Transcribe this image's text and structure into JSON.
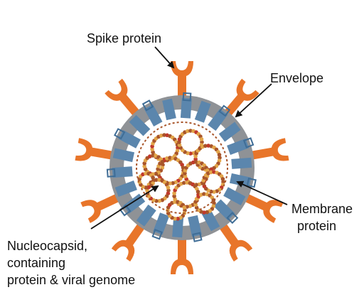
{
  "labels": {
    "spike": "Spike protein",
    "envelope": "Envelope",
    "membrane_line1": "Membrane",
    "membrane_line2": "protein",
    "nucleo_line1": "Nucleocapsid,",
    "nucleo_line2": "containing",
    "nucleo_line3": "protein & viral genome"
  },
  "colors": {
    "spike": "#e8752a",
    "envelope": "#8f9296",
    "membrane": "#5b86ad",
    "membrane_dark": "#3f6d96",
    "genome_light": "#e3a64a",
    "genome_dark": "#a8552a",
    "genome_accent": "#c0392b",
    "arrow": "#111111"
  }
}
